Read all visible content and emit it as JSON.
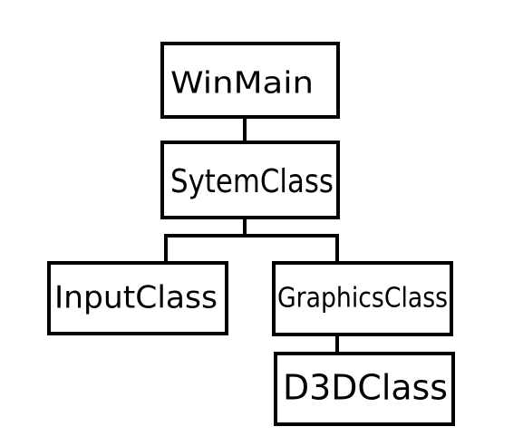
{
  "diagram": {
    "nodes": {
      "winmain": "WinMain",
      "systemclass": "SytemClass",
      "inputclass": "InputClass",
      "graphicsclass": "GraphicsClass",
      "d3dclass": "D3DClass"
    },
    "edges": [
      [
        "winmain",
        "systemclass"
      ],
      [
        "systemclass",
        "inputclass"
      ],
      [
        "systemclass",
        "graphicsclass"
      ],
      [
        "graphicsclass",
        "d3dclass"
      ]
    ],
    "colors": {
      "stroke": "#000000",
      "background": "#ffffff"
    }
  }
}
